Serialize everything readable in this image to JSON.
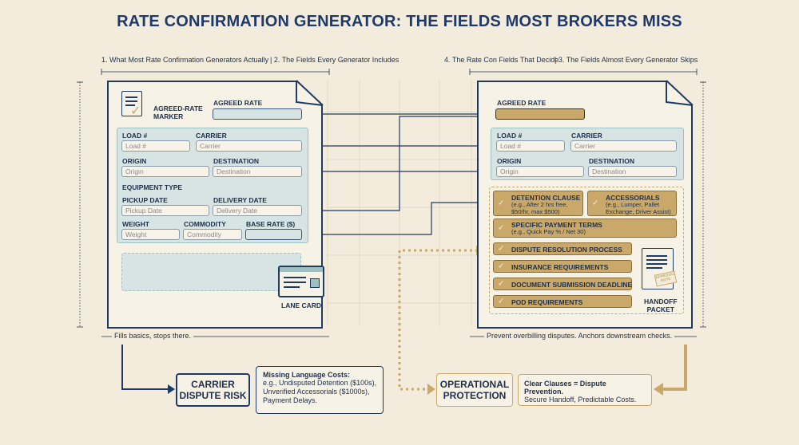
{
  "title": "RATE CONFIRMATION GENERATOR: THE FIELDS MOST BROKERS MISS",
  "sections": {
    "s1": "1. What Most Rate Confirmation Generators Actually",
    "s2": "2. The Fields Every Generator Includes",
    "s3": "4. The Rate Con Fields That Decide",
    "s4": "3. The Fields Almost Every Generator Skips"
  },
  "left_doc": {
    "agreed_marker": "AGREED-RATE\nMARKER",
    "agreed_rate_label": "AGREED RATE",
    "load_label": "LOAD #",
    "load_placeholder": "Load #",
    "carrier_label": "CARRIER",
    "carrier_placeholder": "Carrier",
    "origin_label": "ORIGIN",
    "origin_placeholder": "Origin",
    "destination_label": "DESTINATION",
    "destination_placeholder": "Destination",
    "equipment_label": "EQUIPMENT TYPE",
    "pickup_label": "PICKUP DATE",
    "pickup_placeholder": "Pickup Date",
    "delivery_label": "DELIVERY DATE",
    "delivery_placeholder": "Delivery Date",
    "weight_label": "WEIGHT",
    "weight_placeholder": "Weight",
    "commodity_label": "COMMODITY",
    "commodity_placeholder": "Commodity",
    "base_rate_label": "BASE RATE ($)",
    "lane_card": "LANE CARD",
    "footer": "Fills basics, stops there."
  },
  "right_doc": {
    "agreed_rate_label": "AGREED RATE",
    "load_label": "LOAD #",
    "load_placeholder": "Load #",
    "carrier_label": "CARRIER",
    "carrier_placeholder": "Carrier",
    "origin_label": "ORIGIN",
    "origin_placeholder": "Origin",
    "destination_label": "DESTINATION",
    "destination_placeholder": "Destination",
    "detention_title": "DETENTION CLAUSE",
    "detention_sub": "(e.g., After 2 hrs free, $50/hr, max $500)",
    "accessorials_title": "ACCESSORIALS",
    "accessorials_sub": "(e.g., Lumper, Pallet Exchange, Driver Assist)",
    "payment_title": "SPECIFIC PAYMENT TERMS",
    "payment_sub": "(e.g., Quick Pay % / Net 30)",
    "dispute": "DISPUTE RESOLUTION PROCESS",
    "insurance": "INSURANCE REQUIREMENTS",
    "document": "DOCUMENT SUBMISSION DEADLINE",
    "pod": "POD REQUIREMENTS",
    "handoff": "HANDOFF\nPACKET",
    "approval": "APPROVAL\nNOTE",
    "footer": "Prevent overbilling disputes. Anchors downstream checks."
  },
  "bottom": {
    "carrier_risk": "CARRIER\nDISPUTE RISK",
    "missing_title": "Missing Language Costs:",
    "missing_text": "e.g., Undisputed Detention ($100s),\nUnverified Accessorials ($1000s),\nPayment Delays.",
    "operational": "OPERATIONAL\nPROTECTION",
    "clear_title": "Clear Clauses = Dispute Prevention.",
    "clear_text": "Secure Handoff, Predictable Costs."
  },
  "colors": {
    "navy": "#1f3a63",
    "gold": "#c9a86a",
    "teal": "#d6e5e4",
    "background": "#f3ecdc"
  }
}
